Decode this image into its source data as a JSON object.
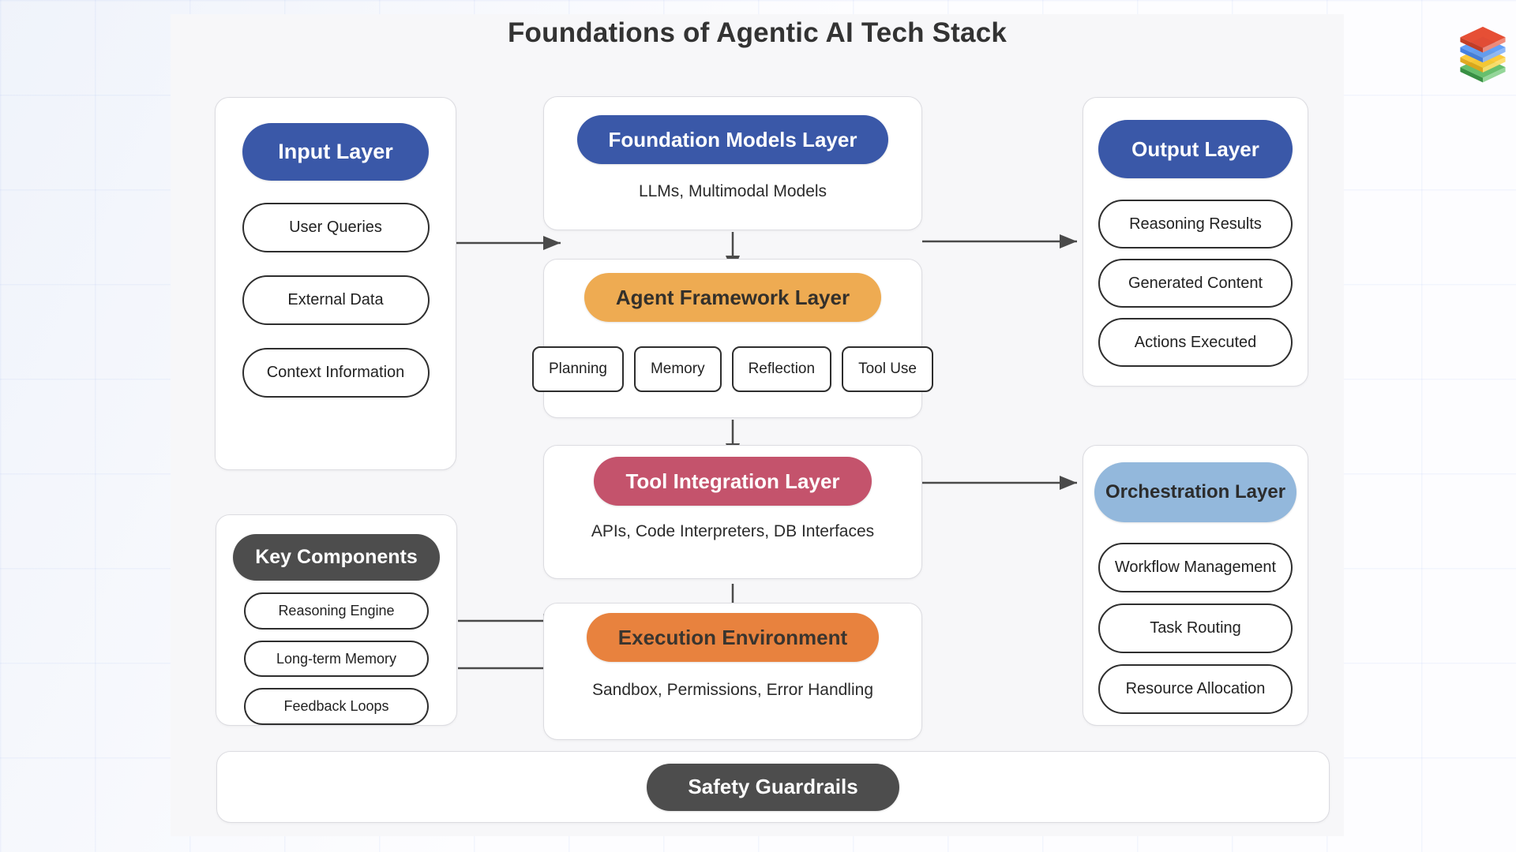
{
  "title": "Foundations of Agentic AI Tech Stack",
  "colors": {
    "blue": "#3a58a8",
    "amber": "#eeab52",
    "crimson": "#c4536c",
    "orange": "#e8823e",
    "light_blue": "#93b8dc",
    "dark_gray": "#4d4d4d",
    "arrow": "#4a4a4a"
  },
  "logo": {
    "icon": "stacked-layers-icon",
    "layer_colors": [
      "#e64a2f",
      "#5b9af7",
      "#fcc832",
      "#4caf50"
    ]
  },
  "sections": {
    "input": {
      "label": "Input Layer",
      "items": [
        "User Queries",
        "External Data",
        "Context Information"
      ]
    },
    "foundation": {
      "label": "Foundation Models Layer",
      "subtitle": "LLMs, Multimodal Models"
    },
    "agent": {
      "label": "Agent Framework Layer",
      "items": [
        "Planning",
        "Memory",
        "Reflection",
        "Tool Use"
      ]
    },
    "tool": {
      "label": "Tool Integration Layer",
      "subtitle": "APIs, Code Interpreters, DB Interfaces"
    },
    "execution": {
      "label": "Execution Environment",
      "subtitle": "Sandbox, Permissions, Error Handling"
    },
    "output": {
      "label": "Output Layer",
      "items": [
        "Reasoning Results",
        "Generated Content",
        "Actions Executed"
      ]
    },
    "orchestration": {
      "label": "Orchestration Layer",
      "items": [
        "Workflow Management",
        "Task Routing",
        "Resource Allocation"
      ]
    },
    "key_components": {
      "label": "Key Components",
      "items": [
        "Reasoning Engine",
        "Long-term Memory",
        "Feedback Loops"
      ]
    },
    "safety": {
      "label": "Safety Guardrails"
    }
  }
}
